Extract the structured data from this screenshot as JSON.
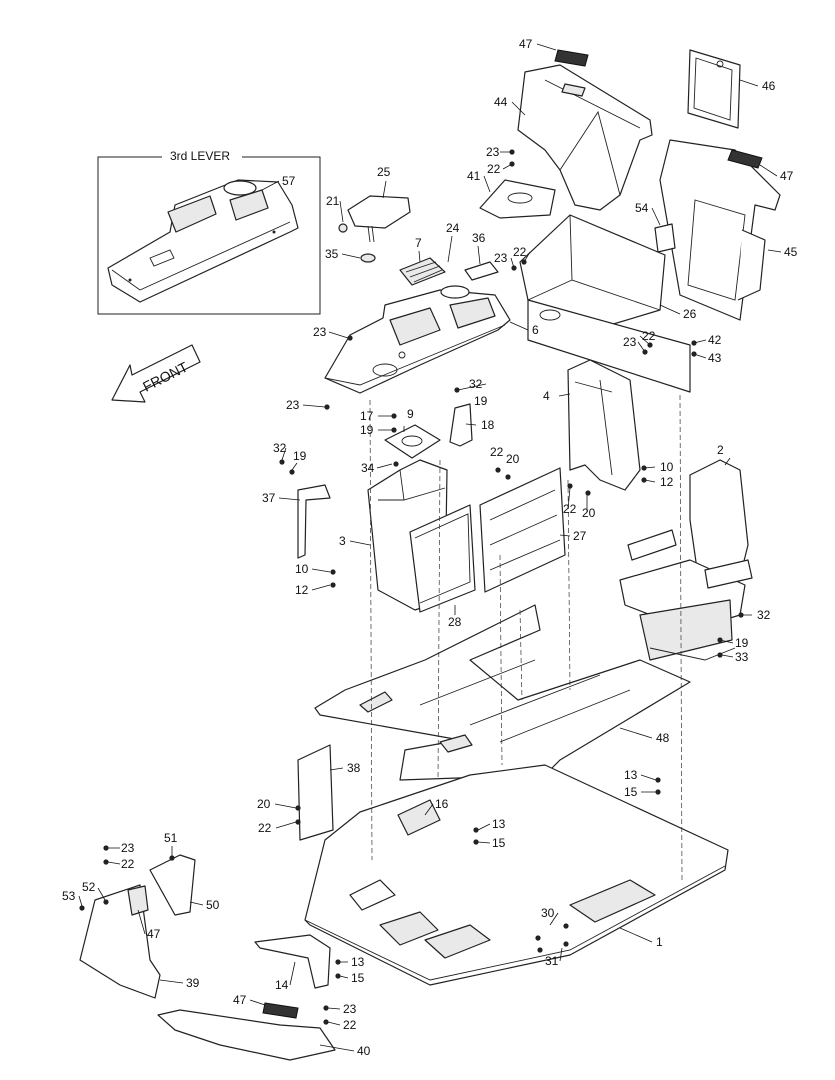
{
  "diagram": {
    "inset_title": "3rd LEVER",
    "direction_label": "FRONT",
    "callouts": [
      {
        "id": "c47a",
        "text": "47"
      },
      {
        "id": "c46",
        "text": "46"
      },
      {
        "id": "c44",
        "text": "44"
      },
      {
        "id": "c23a",
        "text": "23"
      },
      {
        "id": "c22a",
        "text": "22"
      },
      {
        "id": "c41",
        "text": "41"
      },
      {
        "id": "c47b",
        "text": "47"
      },
      {
        "id": "c57",
        "text": "57"
      },
      {
        "id": "c25",
        "text": "25"
      },
      {
        "id": "c21",
        "text": "21"
      },
      {
        "id": "c24",
        "text": "24"
      },
      {
        "id": "c7",
        "text": "7"
      },
      {
        "id": "c36",
        "text": "36"
      },
      {
        "id": "c23b",
        "text": "23"
      },
      {
        "id": "c22b",
        "text": "22"
      },
      {
        "id": "c54",
        "text": "54"
      },
      {
        "id": "c45",
        "text": "45"
      },
      {
        "id": "c35",
        "text": "35"
      },
      {
        "id": "c26",
        "text": "26"
      },
      {
        "id": "c6",
        "text": "6"
      },
      {
        "id": "c23c",
        "text": "23"
      },
      {
        "id": "c22c",
        "text": "22"
      },
      {
        "id": "c23d",
        "text": "23"
      },
      {
        "id": "c42",
        "text": "42"
      },
      {
        "id": "c43",
        "text": "43"
      },
      {
        "id": "c32a",
        "text": "32"
      },
      {
        "id": "c4",
        "text": "4"
      },
      {
        "id": "c23e",
        "text": "23"
      },
      {
        "id": "c19a",
        "text": "19"
      },
      {
        "id": "c17",
        "text": "17"
      },
      {
        "id": "c9",
        "text": "9"
      },
      {
        "id": "c19b",
        "text": "19"
      },
      {
        "id": "c18",
        "text": "18"
      },
      {
        "id": "c32b",
        "text": "32"
      },
      {
        "id": "c19c",
        "text": "19"
      },
      {
        "id": "c2",
        "text": "2"
      },
      {
        "id": "c22d",
        "text": "22"
      },
      {
        "id": "c20a",
        "text": "20"
      },
      {
        "id": "c34",
        "text": "34"
      },
      {
        "id": "c10a",
        "text": "10"
      },
      {
        "id": "c12a",
        "text": "12"
      },
      {
        "id": "c37",
        "text": "37"
      },
      {
        "id": "c22e",
        "text": "22"
      },
      {
        "id": "c20b",
        "text": "20"
      },
      {
        "id": "c3",
        "text": "3"
      },
      {
        "id": "c27",
        "text": "27"
      },
      {
        "id": "c10b",
        "text": "10"
      },
      {
        "id": "c12b",
        "text": "12"
      },
      {
        "id": "c32c",
        "text": "32"
      },
      {
        "id": "c28",
        "text": "28"
      },
      {
        "id": "c19d",
        "text": "19"
      },
      {
        "id": "c33",
        "text": "33"
      },
      {
        "id": "c48",
        "text": "48"
      },
      {
        "id": "c38",
        "text": "38"
      },
      {
        "id": "c13a",
        "text": "13"
      },
      {
        "id": "c15a",
        "text": "15"
      },
      {
        "id": "c20c",
        "text": "20"
      },
      {
        "id": "c16",
        "text": "16"
      },
      {
        "id": "c22f",
        "text": "22"
      },
      {
        "id": "c13b",
        "text": "13"
      },
      {
        "id": "c15b",
        "text": "15"
      },
      {
        "id": "c51",
        "text": "51"
      },
      {
        "id": "c23f",
        "text": "23"
      },
      {
        "id": "c22g",
        "text": "22"
      },
      {
        "id": "c52",
        "text": "52"
      },
      {
        "id": "c53",
        "text": "53"
      },
      {
        "id": "c50",
        "text": "50"
      },
      {
        "id": "c47c",
        "text": "47"
      },
      {
        "id": "c30",
        "text": "30"
      },
      {
        "id": "c1",
        "text": "1"
      },
      {
        "id": "c31",
        "text": "31"
      },
      {
        "id": "c13c",
        "text": "13"
      },
      {
        "id": "c15c",
        "text": "15"
      },
      {
        "id": "c14",
        "text": "14"
      },
      {
        "id": "c39",
        "text": "39"
      },
      {
        "id": "c47d",
        "text": "47"
      },
      {
        "id": "c23g",
        "text": "23"
      },
      {
        "id": "c22h",
        "text": "22"
      },
      {
        "id": "c40",
        "text": "40"
      }
    ]
  }
}
